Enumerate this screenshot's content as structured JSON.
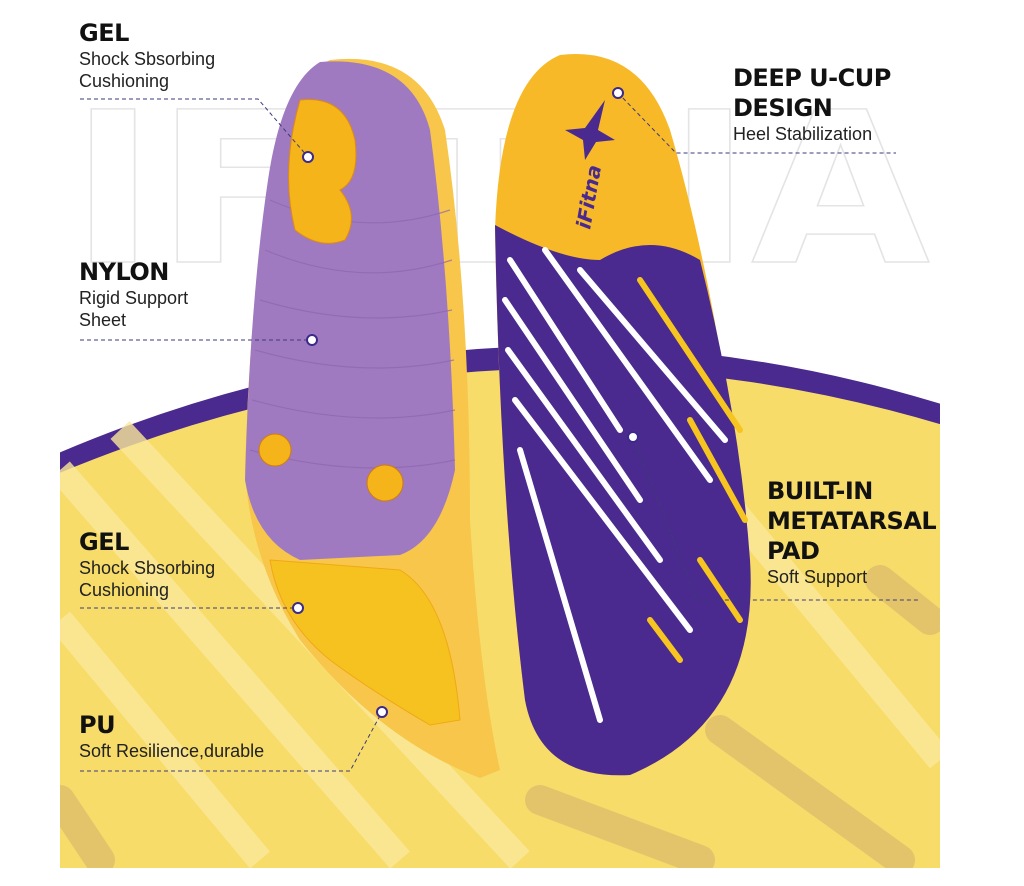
{
  "brand": {
    "logo_text": "iFitna",
    "watermark": "IFITNA"
  },
  "colors": {
    "purple": "#4a2a8e",
    "lilac": "#a07ac0",
    "yellow": "#f7c520",
    "orange": "#f2a81c",
    "bg_yellow": "#f7dc6a"
  },
  "callouts": [
    {
      "title": "GEL",
      "subtitle_lines": [
        "Shock Sbsorbing",
        "Cushioning"
      ]
    },
    {
      "title": "NYLON",
      "subtitle_lines": [
        "Rigid Support",
        "Sheet"
      ]
    },
    {
      "title": "GEL",
      "subtitle_lines": [
        "Shock Sbsorbing",
        "Cushioning"
      ]
    },
    {
      "title": "PU",
      "subtitle_lines": [
        "Soft Resilience,durable"
      ]
    },
    {
      "title_lines": [
        "DEEP U-CUP",
        "DESIGN"
      ],
      "subtitle_lines": [
        "Heel Stabilization"
      ]
    },
    {
      "title_lines": [
        "BUILT-IN",
        "METATARSAL",
        "PAD"
      ],
      "subtitle_lines": [
        "Soft Support"
      ]
    }
  ]
}
